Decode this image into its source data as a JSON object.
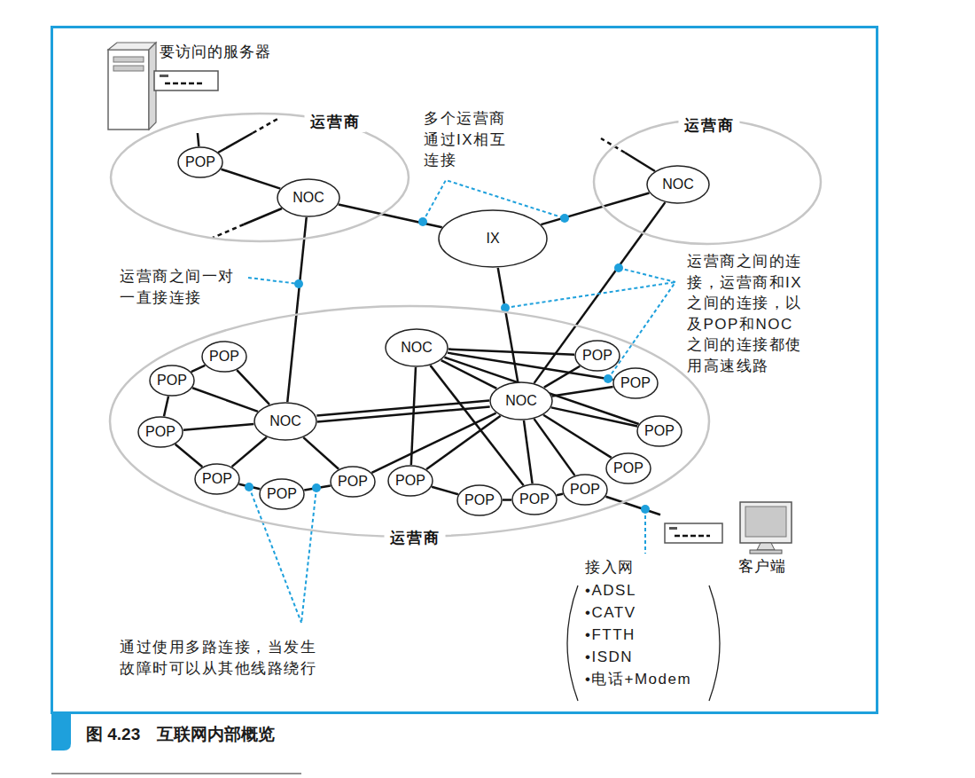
{
  "diagram": {
    "caption": "图 4.23　互联网内部概览",
    "nodes": [
      {
        "text": [
          "要访问的服务器"
        ]
      },
      {
        "text": [
          "运营商"
        ]
      },
      {
        "text": [
          "POP"
        ],
        "in": 1
      },
      {
        "text": [
          "NOC"
        ],
        "in": 1
      },
      {
        "text": [
          "IX"
        ]
      },
      {
        "text": [
          "运营商"
        ]
      },
      {
        "text": [
          "NOC"
        ],
        "in": 5
      },
      {
        "text": [
          "运营商"
        ]
      },
      {
        "text": [
          "NOC"
        ],
        "in": 7
      },
      {
        "text": [
          "NOC"
        ],
        "in": 7
      },
      {
        "text": [
          "NOC"
        ],
        "in": 7
      },
      {
        "text": [
          "POP"
        ],
        "in": 7
      },
      {
        "text": [
          "POP"
        ],
        "in": 7
      },
      {
        "text": [
          "POP"
        ],
        "in": 7
      },
      {
        "text": [
          "POP"
        ],
        "in": 7
      },
      {
        "text": [
          "POP"
        ],
        "in": 7
      },
      {
        "text": [
          "POP"
        ],
        "in": 7
      },
      {
        "text": [
          "POP"
        ],
        "in": 7
      },
      {
        "text": [
          "POP"
        ],
        "in": 7
      },
      {
        "text": [
          "POP"
        ],
        "in": 7
      },
      {
        "text": [
          "POP"
        ],
        "in": 7
      },
      {
        "text": [
          "POP"
        ],
        "in": 7
      },
      {
        "text": [
          "POP"
        ],
        "in": 7
      },
      {
        "text": [
          "POP"
        ],
        "in": 7
      },
      {
        "text": [
          "POP"
        ],
        "in": 7
      },
      {
        "text": [
          "客户端"
        ]
      }
    ],
    "edges": [
      {
        "from": 0,
        "to": 2,
        "arrow": "none"
      },
      {
        "from": 2,
        "to": 3,
        "arrow": "none"
      },
      {
        "from": 3,
        "to": 4,
        "arrow": "none"
      },
      {
        "from": 4,
        "to": 6,
        "arrow": "none"
      },
      {
        "from": 3,
        "to": 8,
        "arrow": "none"
      },
      {
        "from": 4,
        "to": 10,
        "arrow": "none"
      },
      {
        "from": 6,
        "to": 10,
        "arrow": "none"
      },
      {
        "from": 8,
        "to": 11,
        "arrow": "none"
      },
      {
        "from": 11,
        "to": 12,
        "arrow": "none"
      },
      {
        "from": 8,
        "to": 12,
        "arrow": "none"
      },
      {
        "from": 12,
        "to": 13,
        "arrow": "none"
      },
      {
        "from": 8,
        "to": 13,
        "arrow": "none"
      },
      {
        "from": 13,
        "to": 14,
        "arrow": "none"
      },
      {
        "from": 8,
        "to": 14,
        "arrow": "none"
      },
      {
        "from": 14,
        "to": 15,
        "arrow": "none"
      },
      {
        "from": 15,
        "to": 16,
        "arrow": "none"
      },
      {
        "from": 8,
        "to": 16,
        "arrow": "none"
      },
      {
        "from": 8,
        "to": 10,
        "arrow": "none"
      },
      {
        "from": 8,
        "to": 10,
        "arrow": "none"
      },
      {
        "from": 16,
        "to": 10,
        "arrow": "none"
      },
      {
        "from": 9,
        "to": 10,
        "arrow": "none"
      },
      {
        "from": 9,
        "to": 24,
        "arrow": "none"
      },
      {
        "from": 9,
        "to": 23,
        "arrow": "none"
      },
      {
        "from": 9,
        "to": 22,
        "arrow": "none"
      },
      {
        "from": 9,
        "to": 17,
        "arrow": "none"
      },
      {
        "from": 9,
        "to": 19,
        "arrow": "none"
      },
      {
        "from": 10,
        "to": 24,
        "arrow": "none"
      },
      {
        "from": 10,
        "to": 23,
        "arrow": "none"
      },
      {
        "from": 10,
        "to": 22,
        "arrow": "none"
      },
      {
        "from": 10,
        "to": 21,
        "arrow": "none"
      },
      {
        "from": 10,
        "to": 20,
        "arrow": "none"
      },
      {
        "from": 10,
        "to": 19,
        "arrow": "none"
      },
      {
        "from": 10,
        "to": 17,
        "arrow": "none"
      },
      {
        "from": 17,
        "to": 18,
        "arrow": "none"
      },
      {
        "from": 18,
        "to": 19,
        "arrow": "none"
      },
      {
        "from": 19,
        "to": 20,
        "arrow": "none"
      },
      {
        "from": 20,
        "to": 25,
        "arrow": "none"
      }
    ],
    "labels": [
      "多个运营商通过IX相互连接",
      "运营商之间一对一直接连接",
      "运营商之间的连接，运营商和IX之间的连接，以及POP和NOC之间的连接都使用高速线路",
      "通过使用多路连接，当发生故障时可以从其他线路绕行",
      "接入网",
      "•ADSL",
      "•CATV",
      "•FTTH",
      "•ISDN",
      "•电话+Modem"
    ]
  }
}
